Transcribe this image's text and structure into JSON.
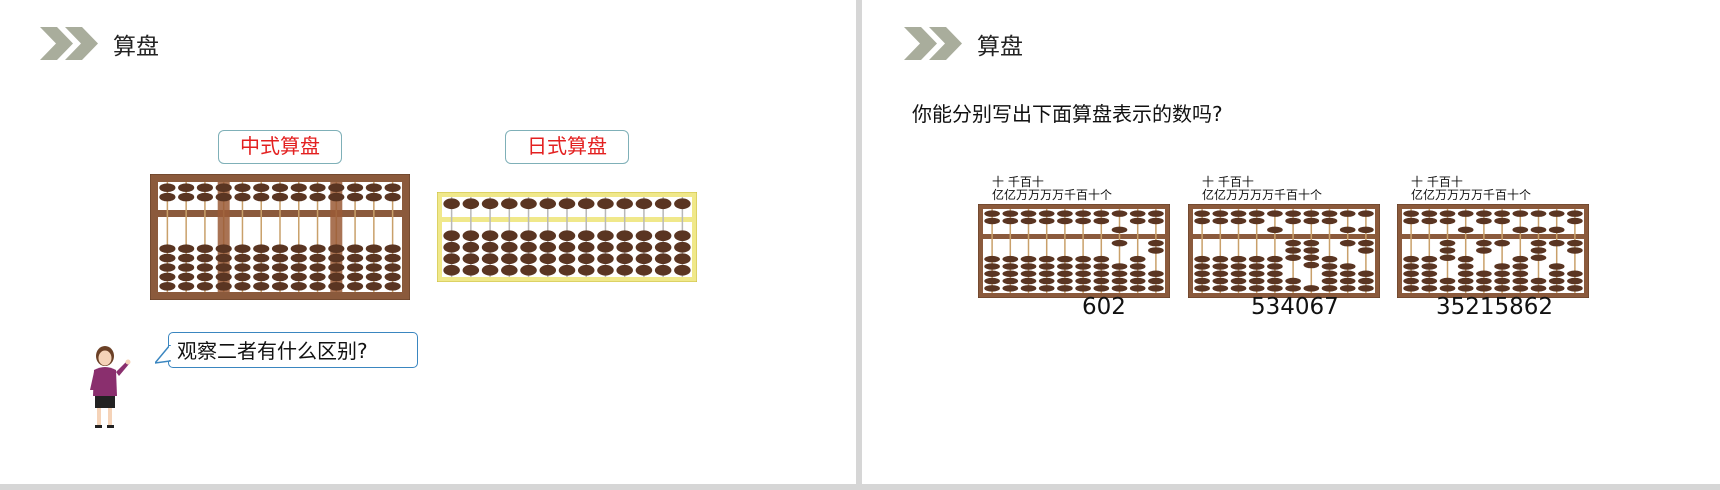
{
  "slide1": {
    "title": "算盘",
    "chinese_label": "中式算盘",
    "japanese_label": "日式算盘",
    "bubble": "观察二者有什么区别?"
  },
  "slide2": {
    "title": "算盘",
    "question": "你能分别写出下面算盘表示的数吗?",
    "abaci": [
      {
        "place_top": "十 千百十",
        "place_bottom": "亿亿万万万万千百十个",
        "number": "602"
      },
      {
        "place_top": "十 千百十",
        "place_bottom": "亿亿万万万万千百十个",
        "number": "534067"
      },
      {
        "place_top": "十 千百十",
        "place_bottom": "亿亿万万万万千百十个",
        "number": "35215862"
      }
    ]
  },
  "colors": {
    "frame_brown": "#8b5a3c",
    "bead_brown": "#5a3522",
    "label_red": "#e32020",
    "chevron_gray": "#a9ad9c",
    "japanese_frame": "#f0e88a"
  }
}
